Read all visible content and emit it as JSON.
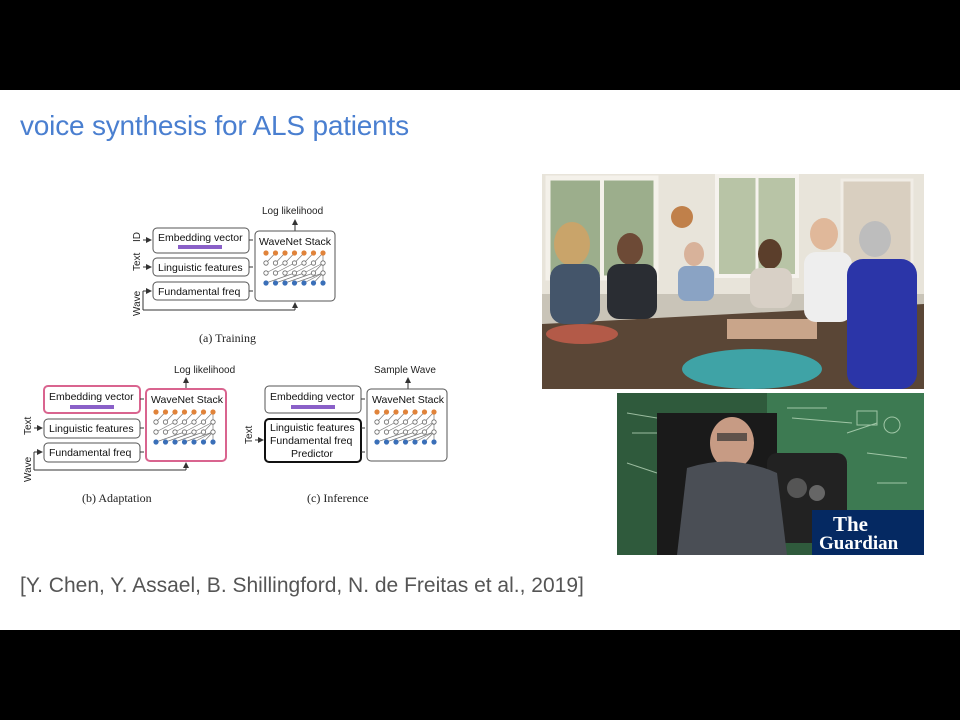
{
  "slide": {
    "title": "voice synthesis for ALS patients",
    "citation": "[Y. Chen, Y. Assael, B. Shillingford, N. de Freitas  et al., 2019]"
  },
  "diagram": {
    "training": {
      "caption": "(a) Training",
      "output_label": "Log likelihood",
      "embedding": "Embedding vector",
      "linguistic": "Linguistic features",
      "fundamental": "Fundamental freq",
      "stack": "WaveNet Stack",
      "input_id": "ID",
      "input_text": "Text",
      "input_wave": "Wave"
    },
    "adaptation": {
      "caption": "(b) Adaptation",
      "output_label": "Log likelihood",
      "embedding": "Embedding vector",
      "linguistic": "Linguistic features",
      "fundamental": "Fundamental freq",
      "stack": "WaveNet Stack",
      "input_text": "Text",
      "input_wave": "Wave"
    },
    "inference": {
      "caption": "(c) Inference",
      "output_label": "Sample Wave",
      "embedding": "Embedding vector",
      "predictor_line1": "Linguistic features",
      "predictor_line2": "Fundamental freq",
      "predictor_line3": "Predictor",
      "stack": "WaveNet Stack",
      "input_text": "Text"
    },
    "colors": {
      "adaptation_highlight": "#d9648f",
      "embedding_bar": "#8a60c8",
      "node_top": "#e0833a",
      "node_bottom": "#3a6fb8"
    }
  },
  "photos": {
    "family_icon": "group-photo-icon",
    "hawking_icon": "wheelchair-portrait-icon",
    "logo_line1": "The",
    "logo_line2": "Guardian"
  }
}
